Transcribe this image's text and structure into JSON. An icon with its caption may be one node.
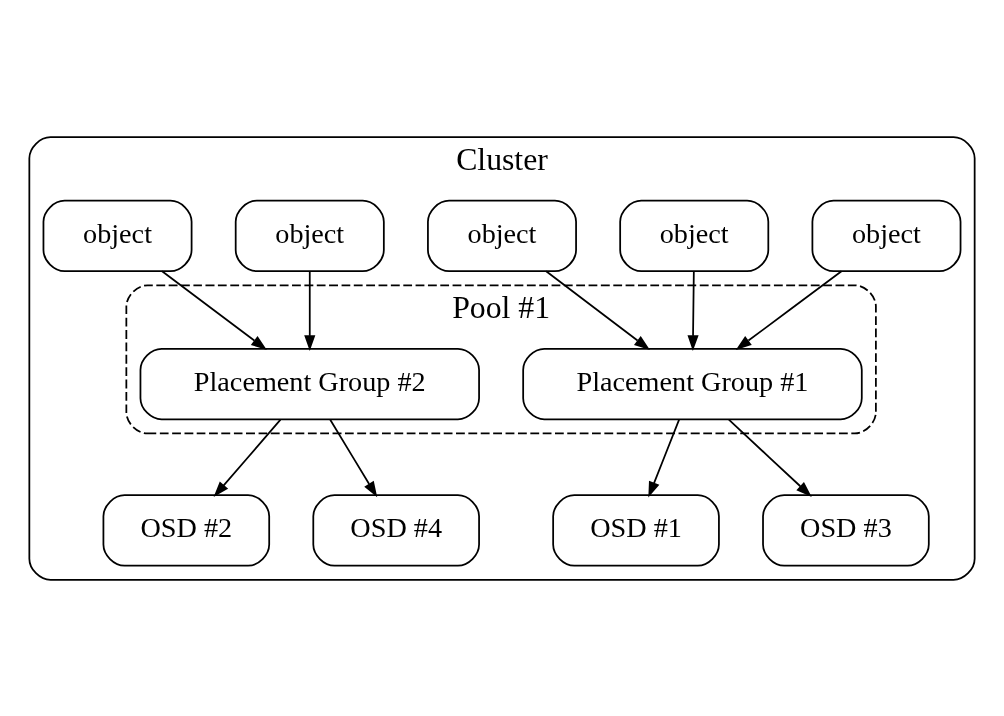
{
  "diagram": {
    "nodes": [
      {
        "text": [
          "Cluster"
        ]
      },
      {
        "text": [
          "object"
        ],
        "in": 0
      },
      {
        "text": [
          "object"
        ],
        "in": 0
      },
      {
        "text": [
          "object"
        ],
        "in": 0
      },
      {
        "text": [
          "object"
        ],
        "in": 0
      },
      {
        "text": [
          "object"
        ],
        "in": 0
      },
      {
        "text": [
          "Pool #1"
        ],
        "in": 0
      },
      {
        "text": [
          "Placement Group #1"
        ],
        "in": 6
      },
      {
        "text": [
          "Placement Group #2"
        ],
        "in": 6
      },
      {
        "text": [
          "OSD #1"
        ],
        "in": 0
      },
      {
        "text": [
          "OSD #2"
        ],
        "in": 0
      },
      {
        "text": [
          "OSD #3"
        ],
        "in": 0
      },
      {
        "text": [
          "OSD #4"
        ],
        "in": 0
      }
    ],
    "edges": [
      {
        "from": 1,
        "to": 7,
        "arrow": "to"
      },
      {
        "from": 2,
        "to": 7,
        "arrow": "to"
      },
      {
        "from": 3,
        "to": 7,
        "arrow": "to"
      },
      {
        "from": 4,
        "to": 8,
        "arrow": "to"
      },
      {
        "from": 5,
        "to": 8,
        "arrow": "to"
      },
      {
        "from": 7,
        "to": 9,
        "arrow": "to"
      },
      {
        "from": 7,
        "to": 11,
        "arrow": "to"
      },
      {
        "from": 8,
        "to": 10,
        "arrow": "to"
      },
      {
        "from": 8,
        "to": 12,
        "arrow": "to"
      }
    ]
  }
}
